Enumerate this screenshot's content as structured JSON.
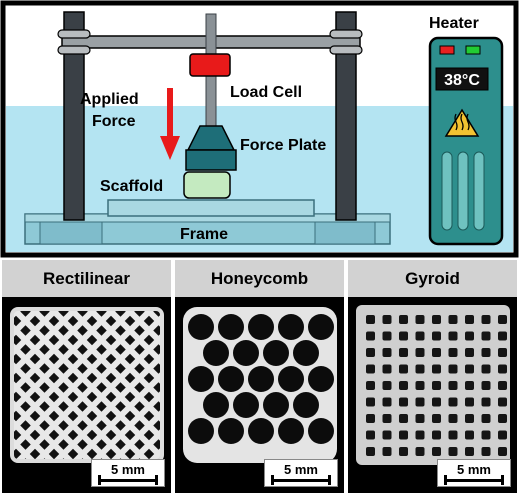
{
  "setup": {
    "labels": {
      "heater": "Heater",
      "temperature": "38°C",
      "load_cell": "Load Cell",
      "applied_force_line1": "Applied",
      "applied_force_line2": "Force",
      "force_plate": "Force Plate",
      "scaffold": "Scaffold",
      "frame": "Frame"
    },
    "colors": {
      "water": "#b4e4f2",
      "load_cell": "#e81a1a",
      "force_plate": "#1e6e78",
      "scaffold": "#c4eac0",
      "heater_body": "#2d8f8d",
      "arrow": "#e81a1a",
      "indicator_red": "#e82020",
      "indicator_green": "#22cc33"
    },
    "icons": [
      "heating-warning-icon",
      "load-cell-block",
      "force-arrow"
    ]
  },
  "panels": [
    {
      "title": "Rectilinear",
      "pattern": "rectilinear",
      "scale_label": "5 mm"
    },
    {
      "title": "Honeycomb",
      "pattern": "honeycomb",
      "scale_label": "5 mm"
    },
    {
      "title": "Gyroid",
      "pattern": "gyroid",
      "scale_label": "5 mm"
    }
  ]
}
